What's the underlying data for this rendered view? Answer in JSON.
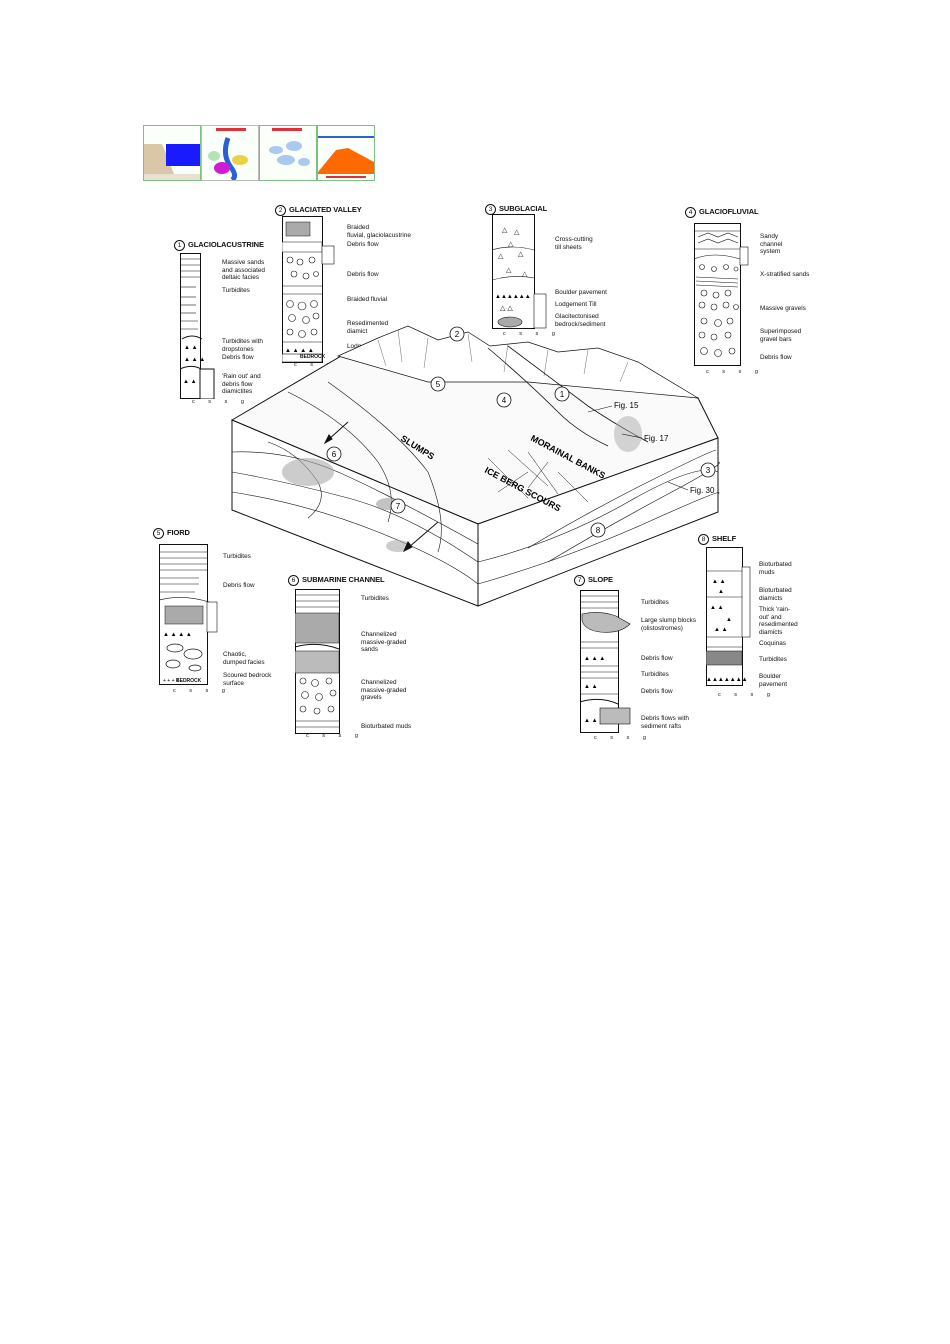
{
  "thumbnails": [
    {
      "caption": "",
      "accent": "#1a1aff"
    },
    {
      "caption": "",
      "accent": "#d21ad2"
    },
    {
      "caption": "",
      "accent": "#6fa3e0"
    },
    {
      "caption": "",
      "accent": "#ff6a00"
    }
  ],
  "sections": {
    "s1": {
      "num": "1",
      "title": "GLACIOLACUSTRINE",
      "labels": [
        "Massive sands\nand associated\ndeltaic facies",
        "Turbidites",
        "Turbidites with\ndropstones",
        "Debris flow",
        "'Rain out' and\ndebris flow\ndiamictites"
      ],
      "axis": "c s s g"
    },
    "s2": {
      "num": "2",
      "title": "GLACIATED VALLEY",
      "labels": [
        "Braided\nfluvial, glaciolacustrine",
        "Debris flow",
        "Debris flow",
        "Braided fluvial",
        "Resedimented\ndiamict",
        "Lodgement till"
      ],
      "base": "BEDROCK",
      "axis": "c s s g"
    },
    "s3": {
      "num": "3",
      "title": "SUBGLACIAL",
      "labels": [
        "Cross-cutting\ntill sheets",
        "Boulder pavement",
        "Lodgement Till",
        "Glacitectonised\nbedrock/sediment"
      ],
      "axis": "c s s g"
    },
    "s4": {
      "num": "4",
      "title": "GLACIOFLUVIAL",
      "labels": [
        "Sandy\nchannel\nsystem",
        "X-stratified sands",
        "Massive gravels",
        "Superimposed\ngravel bars",
        "Debris flow"
      ],
      "axis": "c s s g"
    },
    "s5": {
      "num": "5",
      "title": "FIORD",
      "labels": [
        "Turbidites",
        "Debris flow",
        "Chaotic,\ndumped facies",
        "Scoured bedrock\nsurface"
      ],
      "base": "BEDROCK",
      "axis": "c s s g"
    },
    "s6": {
      "num": "6",
      "title": "SUBMARINE CHANNEL",
      "labels": [
        "Turbidites",
        "Channelized\nmassive-graded\nsands",
        "Channelized\nmassive-graded\ngravels",
        "Bioturbated muds"
      ],
      "axis": "c s s g"
    },
    "s7": {
      "num": "7",
      "title": "SLOPE",
      "labels": [
        "Turbidites",
        "Large slump blocks\n(olistostromes)",
        "Debris flow",
        "Turbidites",
        "Debris flow",
        "Debris flows with\nsediment rafts"
      ],
      "axis": "c s s g"
    },
    "s8": {
      "num": "8",
      "title": "SHELF",
      "labels": [
        "Bioturbated\nmuds",
        "Bioturbated\ndiamicts",
        "Thick 'rain-\nout' and\nresedimented\ndiamicts",
        "Coquinas",
        "Turbidites",
        "Boulder\npavement"
      ],
      "axis": "c s s g"
    }
  },
  "block": {
    "labels": {
      "slumps": "SLUMPS",
      "morainal": "MORAINAL BANKS",
      "iceberg": "ICE BERG SCOURS"
    },
    "figs": {
      "f15": "Fig. 15",
      "f17": "Fig. 17",
      "f30": "Fig. 30"
    },
    "markers": [
      "1",
      "2",
      "3",
      "4",
      "5",
      "6",
      "7",
      "8"
    ]
  }
}
